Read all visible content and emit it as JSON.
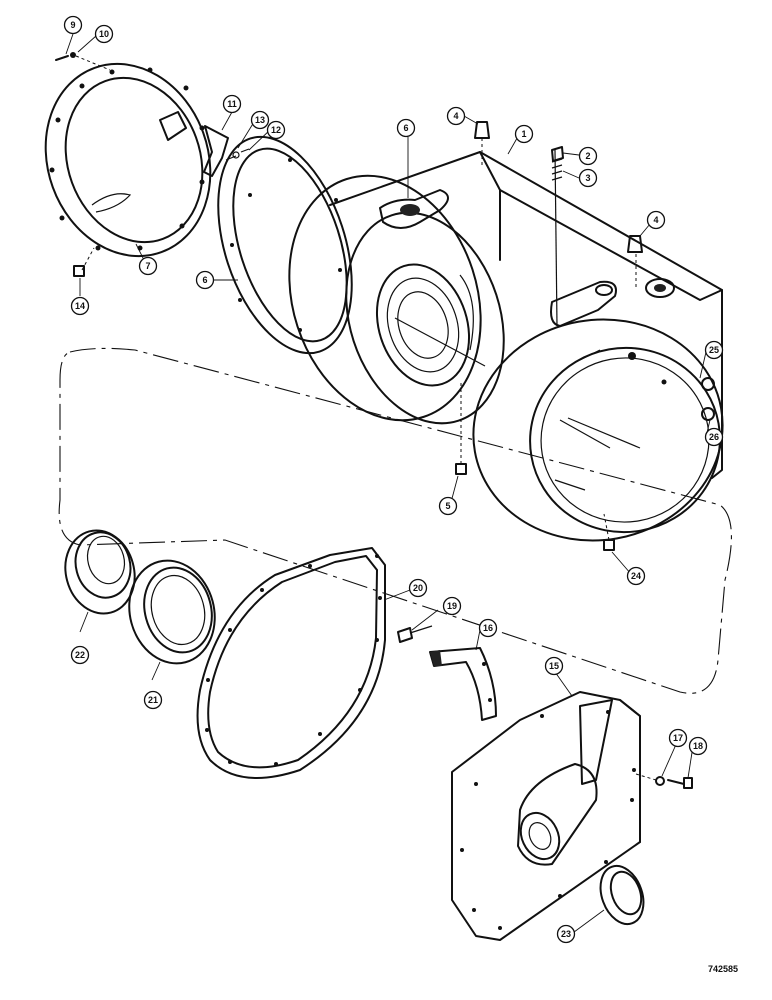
{
  "callouts": {
    "c1": "1",
    "c2": "2",
    "c3": "3",
    "c4a": "4",
    "c4b": "4",
    "c5": "5",
    "c6a": "6",
    "c6b": "6",
    "c7": "7",
    "c9": "9",
    "c10": "10",
    "c11": "11",
    "c12": "12",
    "c13": "13",
    "c14": "14",
    "c15": "15",
    "c16": "16",
    "c17": "17",
    "c18": "18",
    "c19": "19",
    "c20": "20",
    "c21": "21",
    "c22": "22",
    "c23": "23",
    "c24": "24",
    "c25": "25",
    "c26": "26"
  },
  "drawing_number": "742585"
}
